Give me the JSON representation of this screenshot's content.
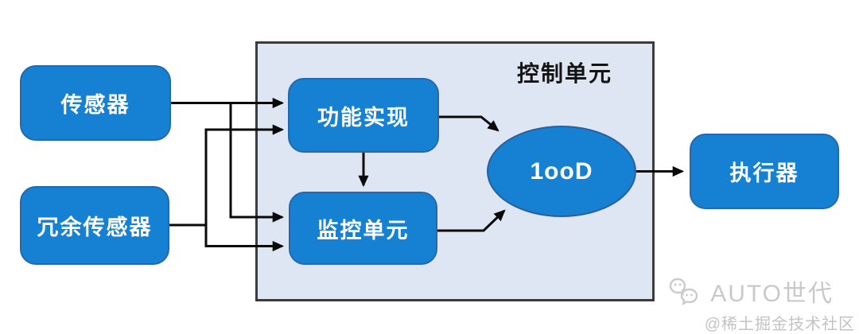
{
  "diagram": {
    "container": {
      "title": "控制单元"
    },
    "nodes": {
      "sensor": {
        "label": "传感器"
      },
      "redundant_sensor": {
        "label": "冗余传感器"
      },
      "function_impl": {
        "label": "功能实现"
      },
      "monitor_unit": {
        "label": "监控单元"
      },
      "voter": {
        "label": "1ooD"
      },
      "actuator": {
        "label": "执行器"
      }
    },
    "edges": [
      {
        "from": "sensor",
        "to": "function_impl"
      },
      {
        "from": "sensor",
        "to": "monitor_unit"
      },
      {
        "from": "redundant_sensor",
        "to": "function_impl"
      },
      {
        "from": "redundant_sensor",
        "to": "monitor_unit"
      },
      {
        "from": "function_impl",
        "to": "monitor_unit"
      },
      {
        "from": "function_impl",
        "to": "voter"
      },
      {
        "from": "monitor_unit",
        "to": "voter"
      },
      {
        "from": "voter",
        "to": "actuator"
      }
    ]
  },
  "colors": {
    "node-fill": "#1681d2",
    "node-border": "#2468ad",
    "node-text": "#ffffff",
    "container-fill": "#dde6f2",
    "container-border": "#3b3b3b",
    "line": "#0a0a0a",
    "title-text": "#141414",
    "watermark": "#c9c9c9"
  },
  "watermark": {
    "icon": "wechat-icon",
    "brand": "AUTO世代",
    "community": "@稀土掘金技术社区"
  }
}
